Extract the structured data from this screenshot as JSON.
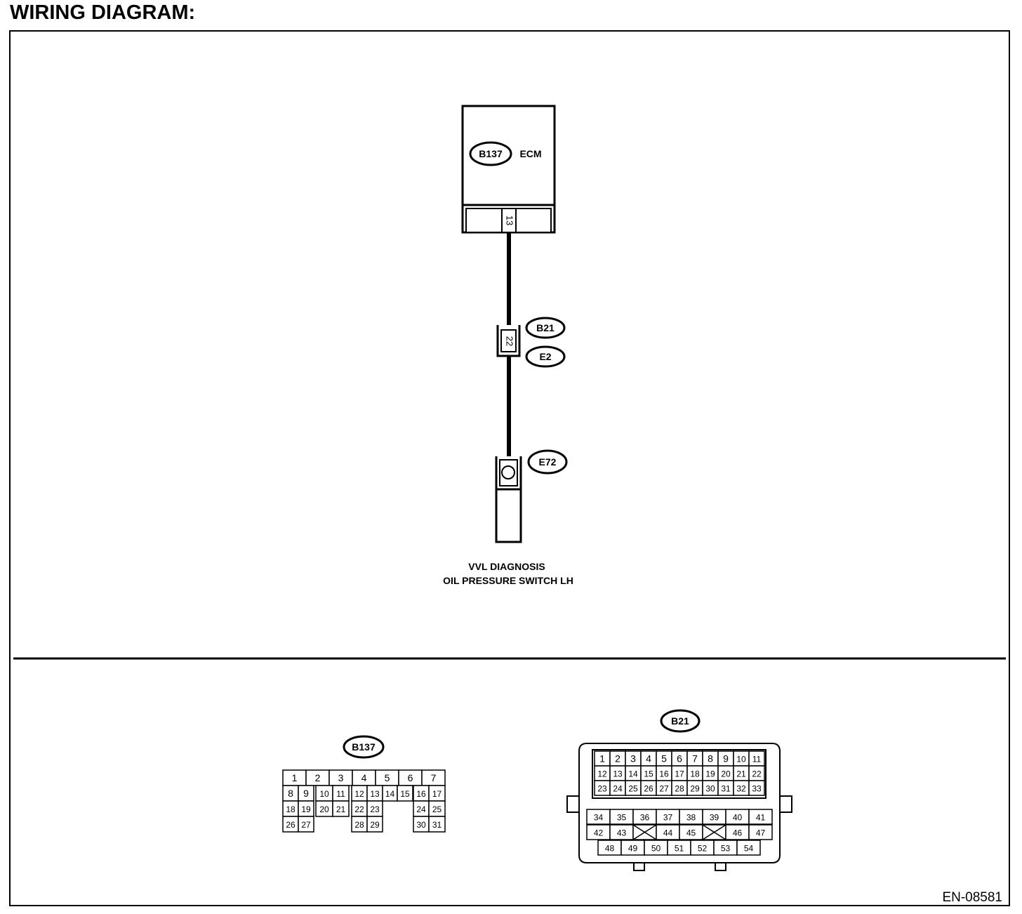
{
  "page": {
    "title": "WIRING DIAGRAM:",
    "ref_code": "EN-08581"
  },
  "diagram": {
    "ecm": {
      "connector": "B137",
      "name": "ECM",
      "pin": "13"
    },
    "joint": {
      "connector_top": "B21",
      "connector_bottom": "E2",
      "pin": "22"
    },
    "switch": {
      "connector": "E72",
      "label_line1": "VVL DIAGNOSIS",
      "label_line2": "OIL PRESSURE SWITCH LH"
    }
  },
  "connector_views": {
    "b137": {
      "label": "B137",
      "row1": [
        "1",
        "2",
        "3",
        "4",
        "5",
        "6",
        "7"
      ],
      "row2": [
        "8",
        "9",
        "10",
        "11",
        "12",
        "13",
        "14",
        "15",
        "16",
        "17"
      ],
      "row3": [
        "18",
        "19",
        "20",
        "21",
        "22",
        "23",
        "24",
        "25"
      ],
      "row4": [
        "26",
        "27",
        "28",
        "29",
        "30",
        "31"
      ]
    },
    "b21": {
      "label": "B21",
      "row1": [
        "1",
        "2",
        "3",
        "4",
        "5",
        "6",
        "7",
        "8",
        "9",
        "10",
        "11"
      ],
      "row2": [
        "12",
        "13",
        "14",
        "15",
        "16",
        "17",
        "18",
        "19",
        "20",
        "21",
        "22"
      ],
      "row3": [
        "23",
        "24",
        "25",
        "26",
        "27",
        "28",
        "29",
        "30",
        "31",
        "32",
        "33"
      ],
      "row4": [
        "34",
        "35",
        "36",
        "37",
        "38",
        "39",
        "40",
        "41"
      ],
      "row5": [
        "42",
        "43",
        "44",
        "45",
        "46",
        "47"
      ],
      "row6": [
        "48",
        "49",
        "50",
        "51",
        "52",
        "53",
        "54"
      ]
    }
  }
}
